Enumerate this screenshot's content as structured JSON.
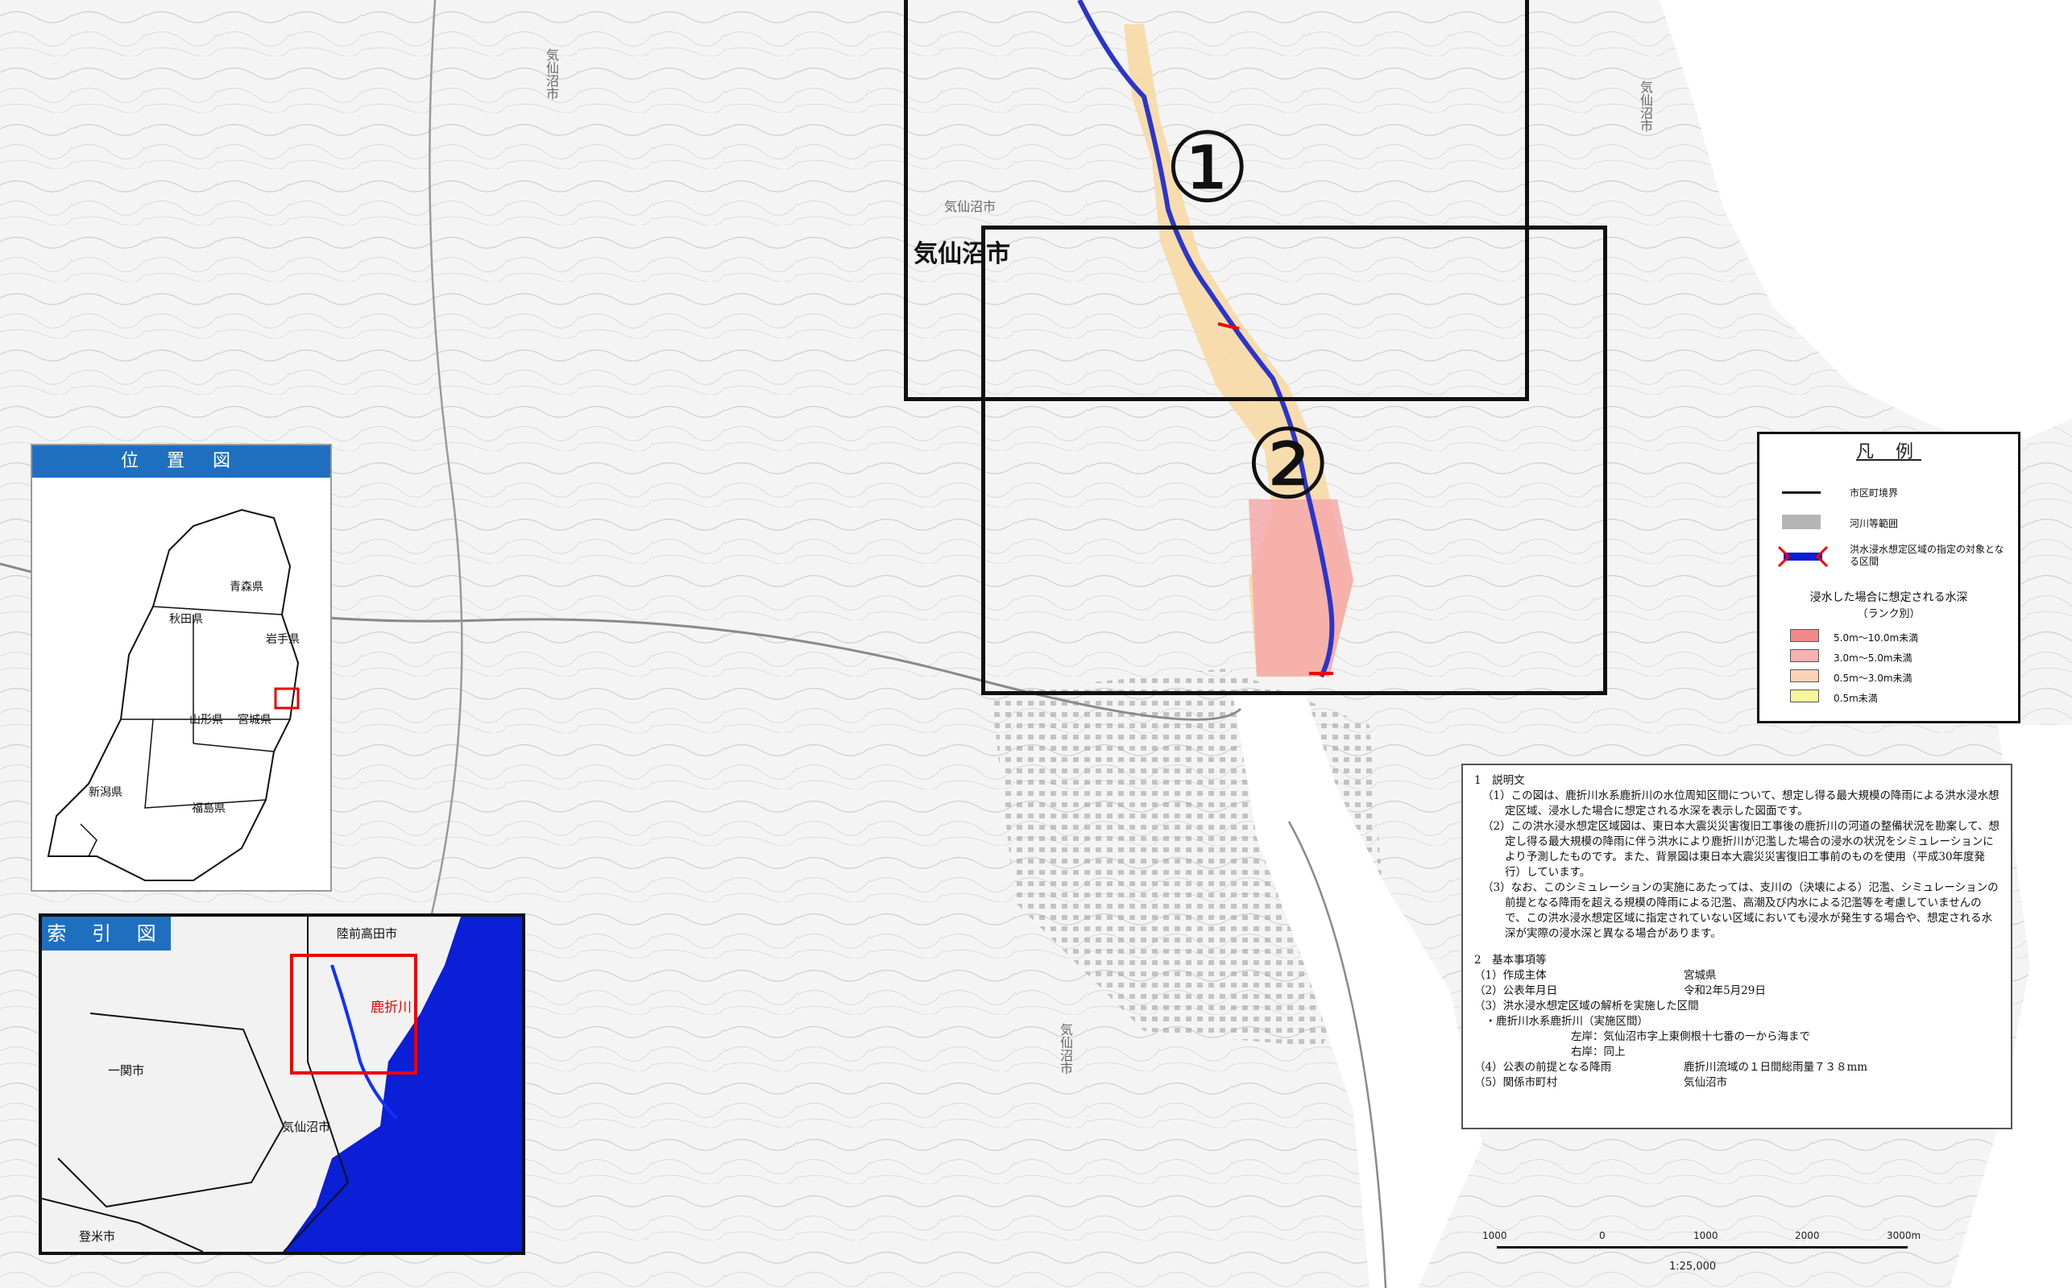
{
  "map": {
    "panel_labels": [
      "①",
      "②"
    ],
    "city_label": "気仙沼市",
    "faint_labels": [
      "気仙沼市",
      "気仙沼市",
      "気仙沼市",
      "気仙沼市"
    ]
  },
  "location_map": {
    "title": "位 置 図",
    "prefectures": [
      "青森県",
      "秋田県",
      "岩手県",
      "山形県",
      "宮城県",
      "新潟県",
      "福島県"
    ]
  },
  "index_map": {
    "title": "索 引 図",
    "river_label": "鹿折川",
    "labels": [
      "陸前高田市",
      "一関市",
      "気仙沼市",
      "登米市"
    ]
  },
  "legend": {
    "title": "凡 例",
    "items": [
      {
        "label": "市区町境界"
      },
      {
        "label": "河川等範囲"
      },
      {
        "label": "洪水浸水想定区域の指定の対象となる区間"
      }
    ],
    "depth_title": "浸水した場合に想定される水深",
    "depth_subtitle": "（ランク別）",
    "depth_ranks": [
      {
        "label": "5.0m～10.0m未満",
        "color": "#f08a8a"
      },
      {
        "label": "3.0m～5.0m未満",
        "color": "#f7b1b1"
      },
      {
        "label": "0.5m～3.0m未満",
        "color": "#fbd3b6"
      },
      {
        "label": "0.5m未満",
        "color": "#f8f59a"
      }
    ]
  },
  "notes": {
    "section1_title": "1　説明文",
    "section1": [
      "（1）この図は、鹿折川水系鹿折川の水位周知区間について、想定し得る最大規模の降雨による洪水浸水想定区域、浸水した場合に想定される水深を表示した図面です。",
      "（2）この洪水浸水想定区域図は、東日本大震災災害復旧工事後の鹿折川の河道の整備状況を勘案して、想定し得る最大規模の降雨に伴う洪水により鹿折川が氾濫した場合の浸水の状況をシミュレーションにより予測したものです。また、背景図は東日本大震災災害復旧工事前のものを使用（平成30年度発行）しています。",
      "（3）なお、このシミュレーションの実施にあたっては、支川の（決壊による）氾濫、シミュレーションの前提となる降雨を超える規模の降雨による氾濫、高潮及び内水による氾濫等を考慮していませんので、この洪水浸水想定区域に指定されていない区域においても浸水が発生する場合や、想定される水深が実際の浸水深と異なる場合があります。"
    ],
    "section2_title": "2　基本事項等",
    "items": [
      {
        "key": "（1）作成主体",
        "value": "宮城県"
      },
      {
        "key": "（2）公表年月日",
        "value": "令和2年5月29日"
      },
      {
        "key": "（3）洪水浸水想定区域の解析を実施した区間",
        "value": ""
      },
      {
        "key": "　・鹿折川水系鹿折川（実施区間）",
        "value": ""
      },
      {
        "key": "",
        "value": "左岸：気仙沼市字上東側根十七番の一から海まで"
      },
      {
        "key": "",
        "value": "右岸：同上"
      },
      {
        "key": "（4）公表の前提となる降雨",
        "value": "鹿折川流域の１日間総雨量７３８mm"
      },
      {
        "key": "（5）関係市町村",
        "value": "気仙沼市"
      }
    ]
  },
  "scale": {
    "ticks": [
      "1000",
      "0",
      "1000",
      "2000",
      "3000m"
    ],
    "ratio": "1:25,000"
  }
}
